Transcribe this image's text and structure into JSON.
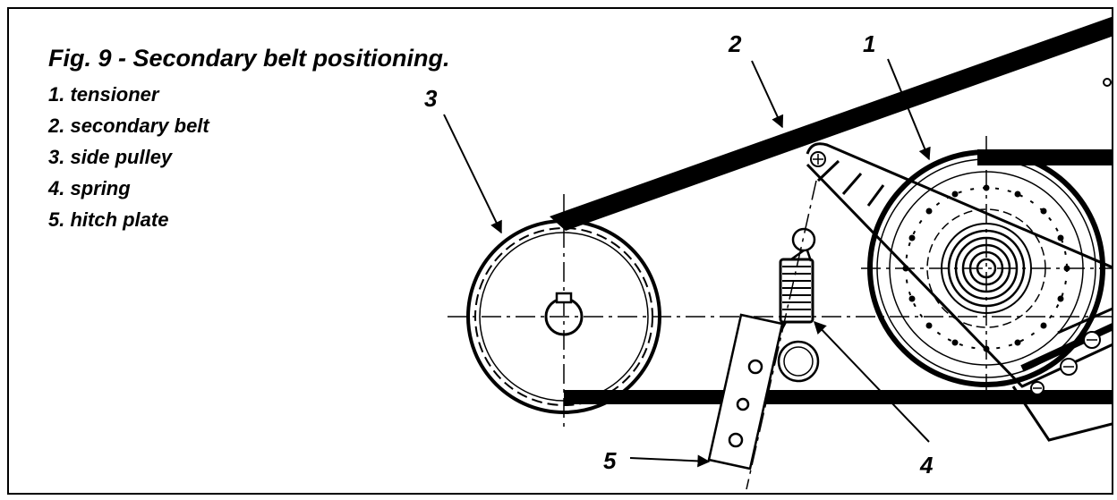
{
  "figure": {
    "title": "Fig. 9 - Secondary belt positioning.",
    "legend": [
      {
        "num": "1",
        "text": "1. tensioner"
      },
      {
        "num": "2",
        "text": "2. secondary belt"
      },
      {
        "num": "3",
        "text": "3. side pulley"
      },
      {
        "num": "4",
        "text": "4. spring"
      },
      {
        "num": "5",
        "text": "5. hitch plate"
      }
    ],
    "callouts": {
      "c1": "1",
      "c2": "2",
      "c3": "3",
      "c4": "4",
      "c5": "5"
    }
  }
}
